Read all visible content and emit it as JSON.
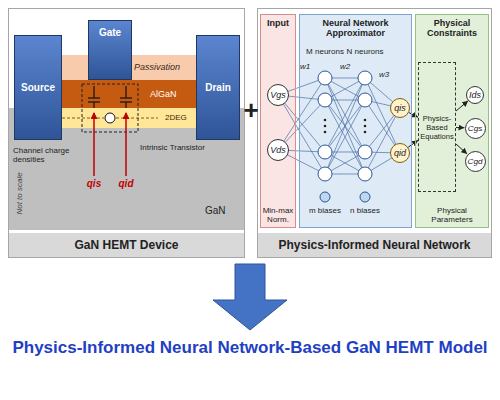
{
  "diagram": {
    "title": "Physics-Informed Neural Network-Based GaN HEMT Model",
    "nodes": [
      {
        "text": [
          "GaN HEMT Device"
        ]
      },
      {
        "text": [
          "Source"
        ],
        "in": 0
      },
      {
        "text": [
          "Gate"
        ],
        "in": 0
      },
      {
        "text": [
          "Drain"
        ],
        "in": 0
      },
      {
        "text": [
          "Physics-Informed Neural Network"
        ]
      },
      {
        "text": [
          "Input",
          "Min-max Norm."
        ],
        "in": 4
      },
      {
        "text": [
          "Vgs"
        ],
        "in": 5
      },
      {
        "text": [
          "Vds"
        ],
        "in": 5
      },
      {
        "text": [
          "Neural Network Approximator"
        ],
        "in": 4
      },
      {
        "text": [
          "qis"
        ],
        "in": 8
      },
      {
        "text": [
          "qid"
        ],
        "in": 8
      },
      {
        "text": [
          "Physical Constraints",
          "Physical Parameters"
        ],
        "in": 4
      },
      {
        "text": [
          "Physics-Based Equations"
        ],
        "in": 11
      },
      {
        "text": [
          "Ids"
        ],
        "in": 11
      },
      {
        "text": [
          "Cgs"
        ],
        "in": 11
      },
      {
        "text": [
          "Cgd"
        ],
        "in": 11
      }
    ],
    "edges": [
      {
        "from": 9,
        "to": 12,
        "arrow": "to"
      },
      {
        "from": 10,
        "to": 12,
        "arrow": "to"
      },
      {
        "from": 12,
        "to": 13,
        "arrow": "to"
      },
      {
        "from": 12,
        "to": 14,
        "arrow": "to"
      },
      {
        "from": 12,
        "to": 15,
        "arrow": "to"
      }
    ],
    "labels": [
      "+",
      "Passivation",
      "AlGaN",
      "2DEG",
      "GaN",
      "Not to scale",
      "Intrinsic Transistor",
      "Channel charge densities",
      "qis",
      "qid",
      "M neurons",
      "N neurons",
      "w1",
      "w2",
      "w3",
      "m biases",
      "n biases"
    ]
  }
}
